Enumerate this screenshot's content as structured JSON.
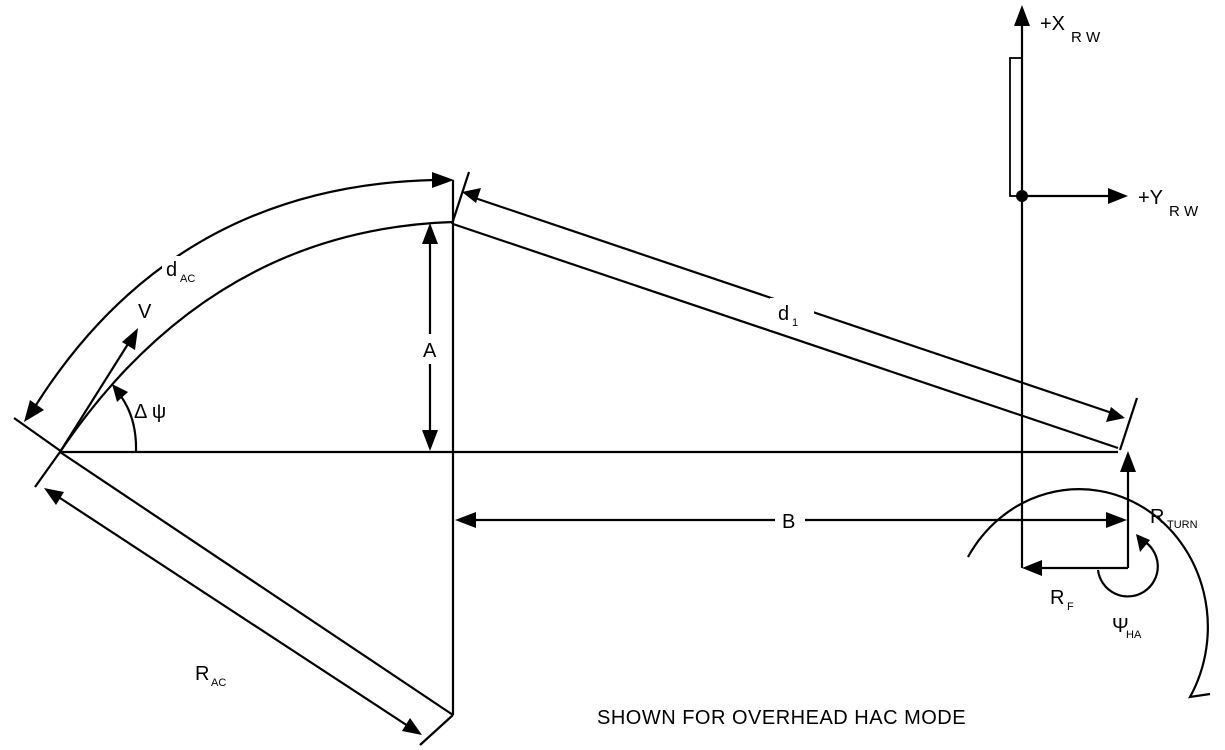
{
  "labels": {
    "x_axis": {
      "main": "+X",
      "sub": "R W"
    },
    "y_axis": {
      "main": "+Y",
      "sub": "R W"
    },
    "d_ac": {
      "main": "d",
      "sub": "AC"
    },
    "d_1": {
      "main": "d",
      "sub": "1"
    },
    "v": "V",
    "a": "A",
    "b": "B",
    "delta_psi": "Δ ψ",
    "r_ac": {
      "main": "R",
      "sub": "AC"
    },
    "r_turn": {
      "main": "R",
      "sub": "TURN"
    },
    "r_f": {
      "main": "R",
      "sub": "F"
    },
    "psi_ha": {
      "main": "Ψ",
      "sub": "HA"
    }
  },
  "caption": "SHOWN FOR OVERHEAD HAC MODE"
}
